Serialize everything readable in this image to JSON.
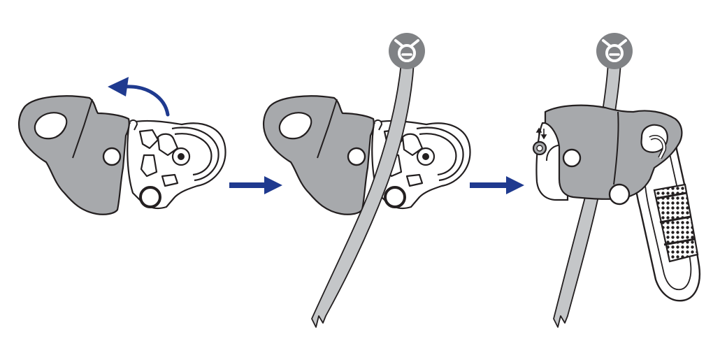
{
  "colors": {
    "background": "#ffffff",
    "device_plate": "#a7a9ac",
    "rope": "#c4c6c8",
    "outline": "#231f20",
    "arrow": "#1f3a8f",
    "symbol_disc": "#808285",
    "symbol_mark": "#ffffff"
  },
  "steps": [
    {
      "id": "step-1",
      "device_state": "open",
      "rotation_arrow": true,
      "rope": false,
      "symbol": "",
      "carabiner": false,
      "direction_marks": false
    },
    {
      "id": "step-2",
      "device_state": "open",
      "rotation_arrow": false,
      "rope": true,
      "symbol": "rope-upper-end-icon",
      "carabiner": false,
      "direction_marks": false
    },
    {
      "id": "step-3",
      "device_state": "closed",
      "rotation_arrow": false,
      "rope": true,
      "symbol": "rope-upper-end-icon",
      "carabiner": true,
      "direction_marks": true
    }
  ],
  "connectors": [
    {
      "from": "step-1",
      "to": "step-2",
      "icon": "right-arrow-icon"
    },
    {
      "from": "step-2",
      "to": "step-3",
      "icon": "right-arrow-icon"
    }
  ]
}
